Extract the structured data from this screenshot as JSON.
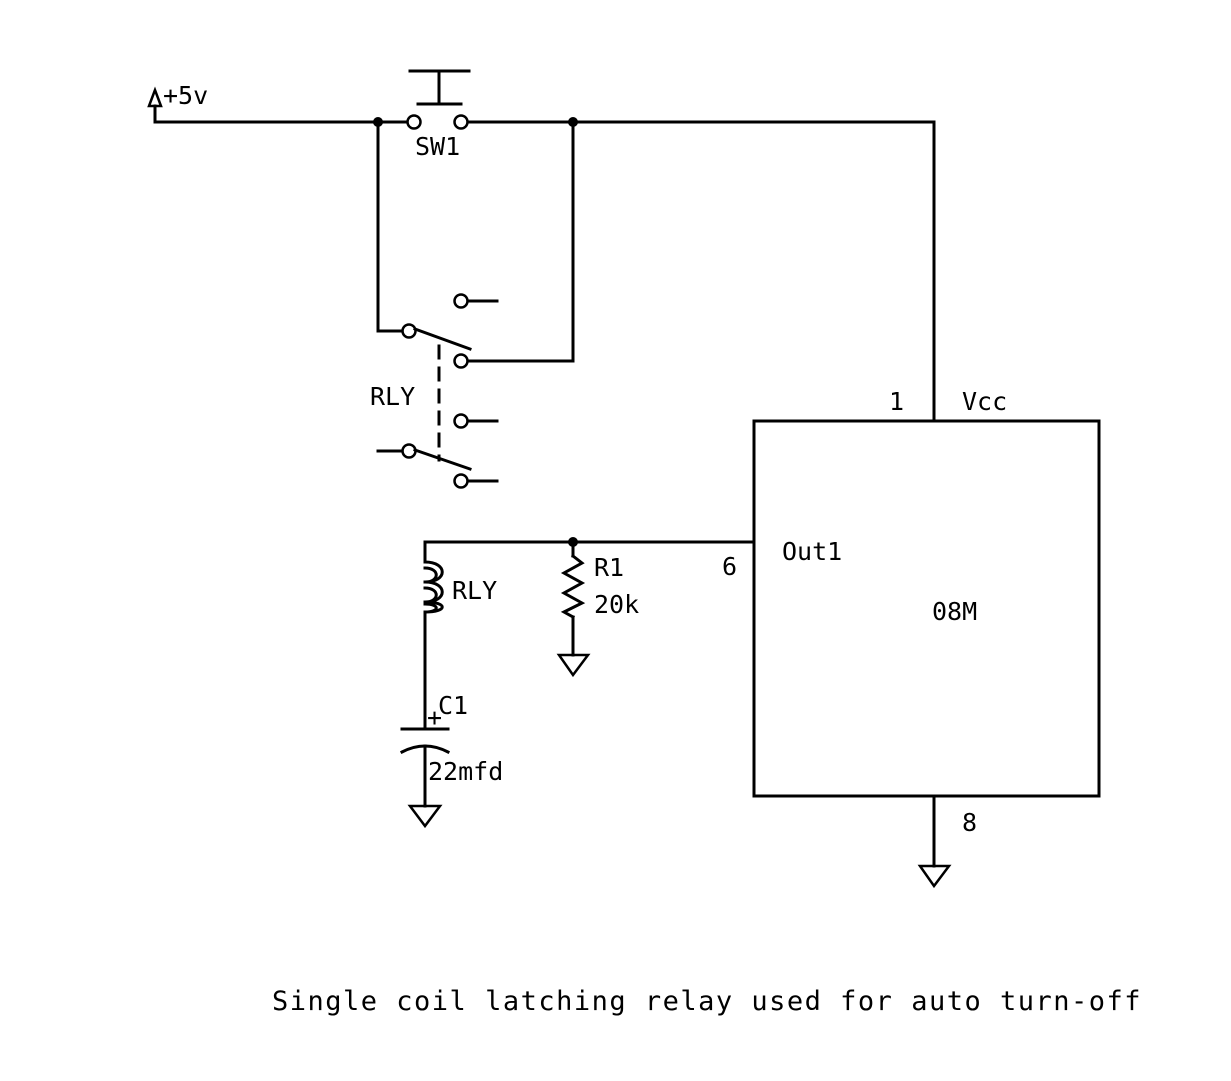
{
  "supply": {
    "label": "+5v"
  },
  "switch": {
    "ref": "SW1"
  },
  "relay": {
    "contact_label": "RLY",
    "coil_label": "RLY"
  },
  "resistor": {
    "ref": "R1",
    "value": "20k"
  },
  "capacitor": {
    "ref": "C1",
    "value": "22mfd",
    "polarity": "+"
  },
  "ic": {
    "name": "08M",
    "pin_vcc_number": "1",
    "pin_vcc_name": "Vcc",
    "pin_out_number": "6",
    "pin_out_name": "Out1",
    "pin_gnd_number": "8"
  },
  "caption": "Single coil latching relay used for auto turn-off",
  "colors": {
    "line": "#000000",
    "background": "#ffffff"
  }
}
